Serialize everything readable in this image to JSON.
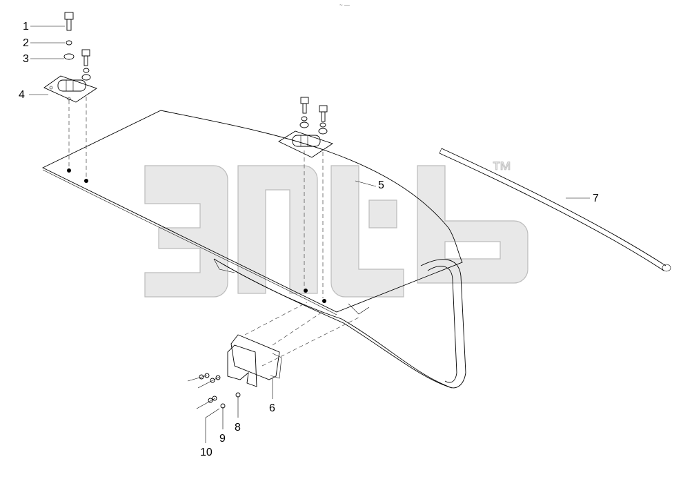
{
  "watermark": {
    "text": "™"
  },
  "callouts": [
    "1",
    "2",
    "3",
    "4",
    "5",
    "6",
    "7",
    "8",
    "9",
    "10"
  ],
  "top_mark": "~ —"
}
